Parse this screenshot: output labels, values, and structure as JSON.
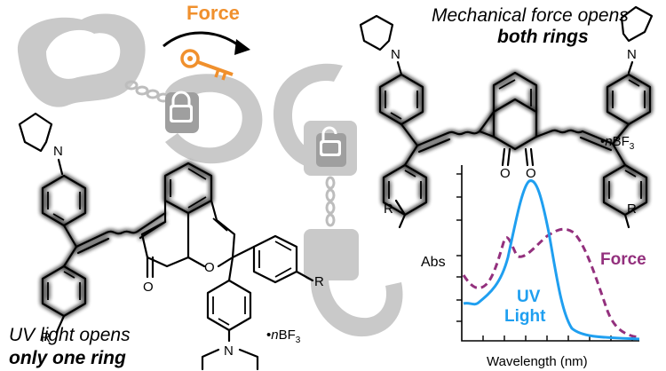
{
  "labels": {
    "force_arrow": "Force",
    "mech_caption_line1": "Mechanical force opens",
    "mech_caption_line2": "both rings",
    "uv_caption_line1": "UV light opens",
    "uv_caption_line2": "only one ring",
    "atom_N": "N",
    "atom_O": "O",
    "atom_R": "R",
    "salt_prefix": "•",
    "salt_n": "n",
    "salt_bf": "BF",
    "salt_sub": "3"
  },
  "spectrum": {
    "ylabel": "Abs",
    "xlabel": "Wavelength (nm)",
    "uv_label_line1": "UV",
    "uv_label_line2": "Light",
    "force_label": "Force"
  },
  "colors": {
    "uv_blue": "#1f9ff0",
    "force_purple": "#93307d",
    "arrow_orange": "#f0902d",
    "glow_blue": "#9fdcff",
    "glow_purple": "#e9a6f2"
  },
  "icons": [
    "handcuffs-closed-icon",
    "handcuffs-open-icon",
    "padlock-closed-icon",
    "padlock-open-icon",
    "key-icon"
  ]
}
